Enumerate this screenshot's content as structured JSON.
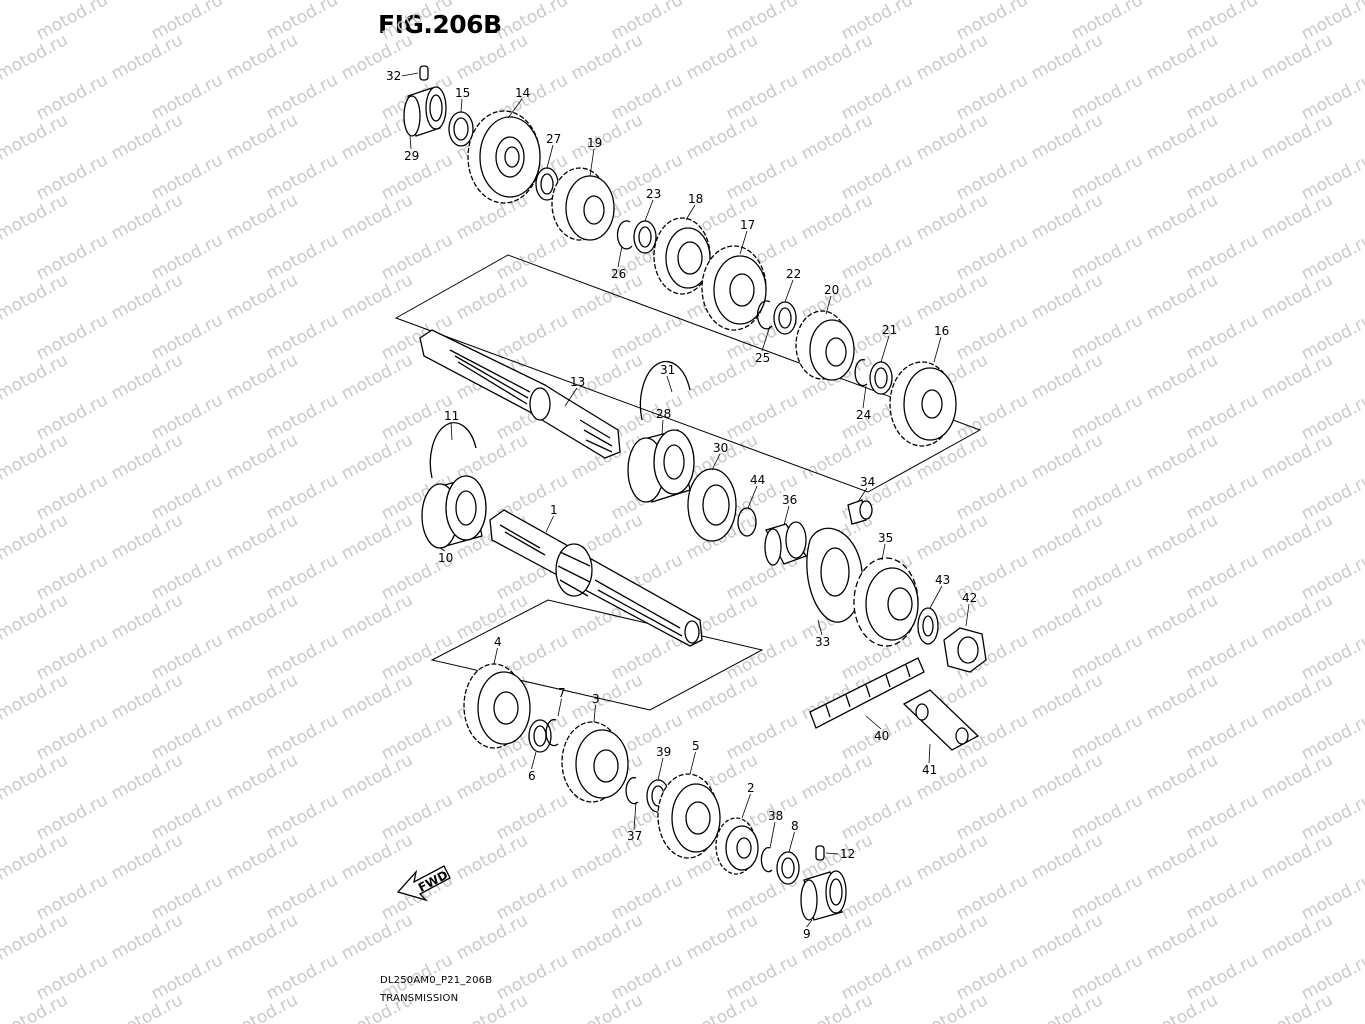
{
  "figure": {
    "title": "FIG.206B",
    "code": "DL250AM0_P21_206B",
    "name": "TRANSMISSION",
    "direction_label": "FWD",
    "watermark": "motod.ru"
  },
  "parts": [
    {
      "no": "1",
      "kind": "shaft"
    },
    {
      "no": "2",
      "kind": "gear"
    },
    {
      "no": "3",
      "kind": "gear"
    },
    {
      "no": "4",
      "kind": "gear"
    },
    {
      "no": "5",
      "kind": "gear"
    },
    {
      "no": "6",
      "kind": "washer"
    },
    {
      "no": "7",
      "kind": "circlip"
    },
    {
      "no": "8",
      "kind": "washer"
    },
    {
      "no": "9",
      "kind": "bearing"
    },
    {
      "no": "10",
      "kind": "bearing"
    },
    {
      "no": "11",
      "kind": "circlip"
    },
    {
      "no": "12",
      "kind": "pin"
    },
    {
      "no": "13",
      "kind": "shaft"
    },
    {
      "no": "14",
      "kind": "gear"
    },
    {
      "no": "15",
      "kind": "washer"
    },
    {
      "no": "16",
      "kind": "gear"
    },
    {
      "no": "17",
      "kind": "gear"
    },
    {
      "no": "18",
      "kind": "gear"
    },
    {
      "no": "19",
      "kind": "gear"
    },
    {
      "no": "20",
      "kind": "gear"
    },
    {
      "no": "21",
      "kind": "washer"
    },
    {
      "no": "22",
      "kind": "washer"
    },
    {
      "no": "23",
      "kind": "washer"
    },
    {
      "no": "24",
      "kind": "circlip"
    },
    {
      "no": "25",
      "kind": "circlip"
    },
    {
      "no": "26",
      "kind": "circlip"
    },
    {
      "no": "27",
      "kind": "washer"
    },
    {
      "no": "28",
      "kind": "bearing"
    },
    {
      "no": "29",
      "kind": "bearing"
    },
    {
      "no": "30",
      "kind": "oil-seal"
    },
    {
      "no": "31",
      "kind": "circlip"
    },
    {
      "no": "32",
      "kind": "pin"
    },
    {
      "no": "33",
      "kind": "plate"
    },
    {
      "no": "34",
      "kind": "bolt"
    },
    {
      "no": "35",
      "kind": "sprocket"
    },
    {
      "no": "36",
      "kind": "spacer"
    },
    {
      "no": "37",
      "kind": "circlip"
    },
    {
      "no": "38",
      "kind": "circlip"
    },
    {
      "no": "39",
      "kind": "washer"
    },
    {
      "no": "40",
      "kind": "chain"
    },
    {
      "no": "41",
      "kind": "chain-joint"
    },
    {
      "no": "42",
      "kind": "nut"
    },
    {
      "no": "43",
      "kind": "washer"
    },
    {
      "no": "44",
      "kind": "o-ring"
    }
  ]
}
